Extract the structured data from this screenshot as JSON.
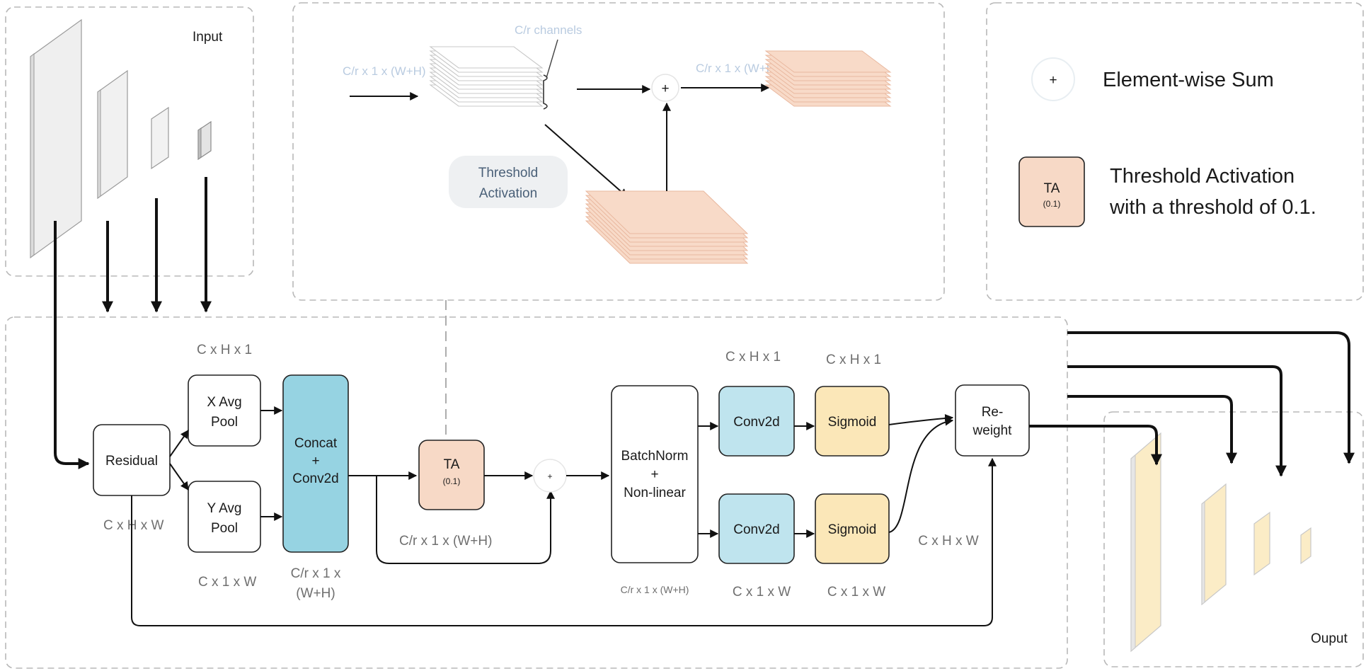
{
  "legend": {
    "sum_symbol": "+",
    "sum_label": "Element-wise Sum",
    "ta_box_label": "TA",
    "ta_box_sub": "(0.1)",
    "ta_line1": "Threshold Activation",
    "ta_line2": "with a threshold of 0.1."
  },
  "input_panel": {
    "title": "Input"
  },
  "output_panel": {
    "title": "Ouput"
  },
  "ta_detail": {
    "channels_label": "C/r channels",
    "in_dim": "C/r x 1 x (W+H)",
    "out_dim": "C/r x 1 x (W+H)",
    "sum_symbol": "+",
    "threshold_line1": "Threshold",
    "threshold_line2": "Activation"
  },
  "main": {
    "residual": "Residual",
    "residual_dim": "C x H x W",
    "xpool_line1": "X Avg",
    "xpool_line2": "Pool",
    "xpool_dim": "C x H x 1",
    "ypool_line1": "Y Avg",
    "ypool_line2": "Pool",
    "ypool_dim": "C x 1 x W",
    "concat_line1": "Concat",
    "concat_line2": "+",
    "concat_line3": "Conv2d",
    "concat_dim1": "C/r x 1 x",
    "concat_dim2": "(W+H)",
    "ta_label": "TA",
    "ta_sub": "(0.1)",
    "ta_dim": "C/r x 1 x (W+H)",
    "sum_symbol": "+",
    "bn_line1": "BatchNorm",
    "bn_line2": "+",
    "bn_line3": "Non-linear",
    "bn_dim": "C/r x 1 x (W+H)",
    "conv_top": "Conv2d",
    "conv_top_dim": "C x H x 1",
    "conv_bot": "Conv2d",
    "conv_bot_dim": "C x 1 x W",
    "sig_top": "Sigmoid",
    "sig_top_dim": "C x H x 1",
    "sig_bot": "Sigmoid",
    "sig_bot_dim": "C x 1 x W",
    "reweight_line1": "Re-",
    "reweight_line2": "weight",
    "reweight_dim": "C x H x W"
  },
  "colors": {
    "concat": "#96d3e2",
    "conv": "#bfe4ee",
    "ta": "#f7d9c6",
    "sigmoid": "#fbe7b8",
    "output_feature": "#fbecc6",
    "ta_detail_stack": "#f8dac8"
  }
}
